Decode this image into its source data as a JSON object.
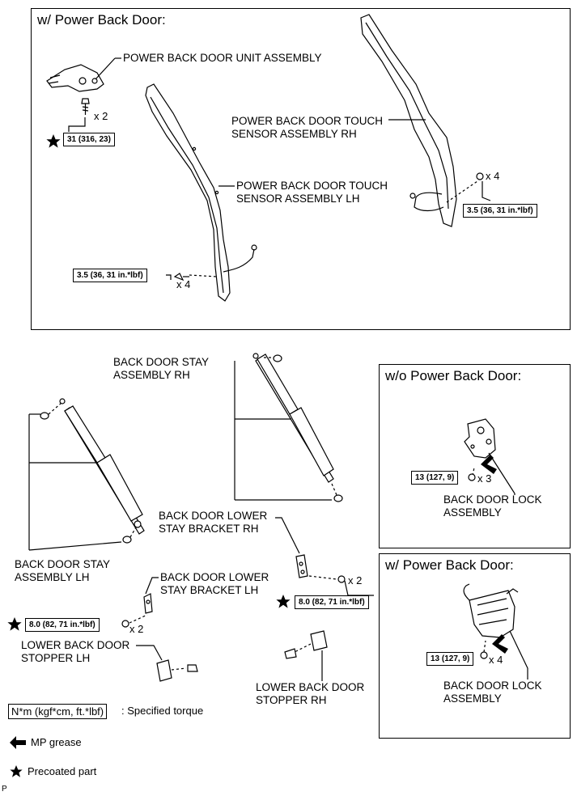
{
  "panels": {
    "top": {
      "title": "w/ Power Back Door:"
    },
    "wo_lock": {
      "title": "w/o Power Back Door:"
    },
    "w_lock": {
      "title": "w/ Power Back Door:"
    }
  },
  "labels": {
    "pbd_unit": "POWER BACK DOOR UNIT ASSEMBLY",
    "touch_rh": "POWER BACK DOOR TOUCH\nSENSOR ASSEMBLY RH",
    "touch_lh": "POWER BACK DOOR TOUCH\nSENSOR ASSEMBLY LH",
    "stay_rh": "BACK DOOR STAY\nASSEMBLY RH",
    "stay_lh": "BACK DOOR STAY\nASSEMBLY LH",
    "bracket_rh": "BACK DOOR LOWER\nSTAY BRACKET RH",
    "bracket_lh": "BACK DOOR LOWER\nSTAY BRACKET LH",
    "stopper_lh": "LOWER BACK DOOR\nSTOPPER LH",
    "stopper_rh": "LOWER BACK DOOR\nSTOPPER RH",
    "lock_wo": "BACK DOOR LOCK\nASSEMBLY",
    "lock_w": "BACK DOOR LOCK\nASSEMBLY"
  },
  "torques": {
    "unit": "31 (316, 23)",
    "touch_rh": "3.5 (36, 31 in.*lbf)",
    "touch_lh": "3.5 (36, 31 in.*lbf)",
    "bracket_rh": "8.0 (82, 71 in.*lbf)",
    "bracket_lh": "8.0 (82, 71 in.*lbf)",
    "lock_wo": "13 (127, 9)",
    "lock_w": "13 (127, 9)"
  },
  "quantities": {
    "unit": "x 2",
    "touch_rh": "x 4",
    "touch_lh": "x 4",
    "bracket_rh": "x 2",
    "bracket_lh": "x 2",
    "lock_wo": "x 3",
    "lock_w": "x 4"
  },
  "legend": {
    "torque_box": "N*m (kgf*cm, ft.*lbf)",
    "torque_text": ": Specified torque",
    "grease": "MP grease",
    "precoated": "Precoated part"
  },
  "footer_code": "P",
  "icons": [
    "star-icon",
    "arrow-icon",
    "bolt-icon"
  ]
}
